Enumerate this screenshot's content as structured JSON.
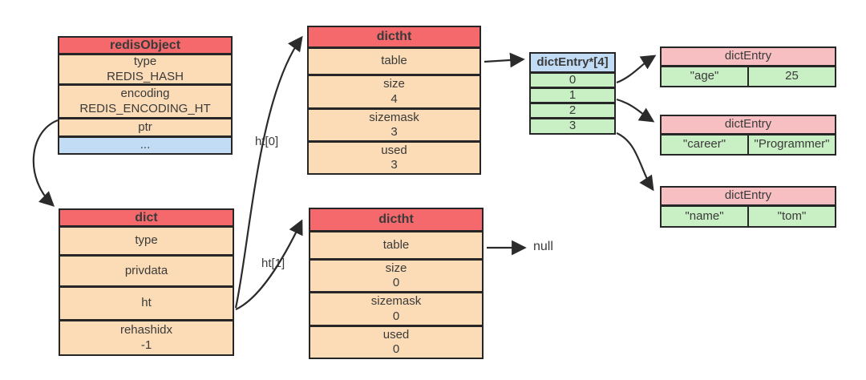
{
  "colors": {
    "red": "#f5696c",
    "peach": "#fbdcb6",
    "blue": "#c2dcf5",
    "green": "#c9f0c4",
    "pink": "#f8bfc2",
    "border": "#262626"
  },
  "redis_object": {
    "title": "redisObject",
    "rows": [
      {
        "line1": "type",
        "line2": "REDIS_HASH"
      },
      {
        "line1": "encoding",
        "line2": "REDIS_ENCODING_HT"
      },
      {
        "line1": "ptr"
      },
      {
        "line1": "..."
      }
    ]
  },
  "dict": {
    "title": "dict",
    "rows": [
      {
        "line1": "type"
      },
      {
        "line1": "privdata"
      },
      {
        "line1": "ht"
      },
      {
        "line1": "rehashidx",
        "line2": "-1"
      }
    ]
  },
  "dictht_top": {
    "title": "dictht",
    "rows": [
      {
        "line1": "table"
      },
      {
        "line1": "size",
        "line2": "4"
      },
      {
        "line1": "sizemask",
        "line2": "3"
      },
      {
        "line1": "used",
        "line2": "3"
      }
    ]
  },
  "dictht_bottom": {
    "title": "dictht",
    "rows": [
      {
        "line1": "table"
      },
      {
        "line1": "size",
        "line2": "0"
      },
      {
        "line1": "sizemask",
        "line2": "0"
      },
      {
        "line1": "used",
        "line2": "0"
      }
    ]
  },
  "entry_array": {
    "title": "dictEntry*[4]",
    "slots": [
      "0",
      "1",
      "2",
      "3"
    ]
  },
  "entries": [
    {
      "title": "dictEntry",
      "key": "\"age\"",
      "value": "25"
    },
    {
      "title": "dictEntry",
      "key": "\"career\"",
      "value": "\"Programmer\""
    },
    {
      "title": "dictEntry",
      "key": "\"name\"",
      "value": "\"tom\""
    }
  ],
  "labels": {
    "ht0": "ht[0]",
    "ht1": "ht[1]",
    "null_ptr": "null"
  }
}
